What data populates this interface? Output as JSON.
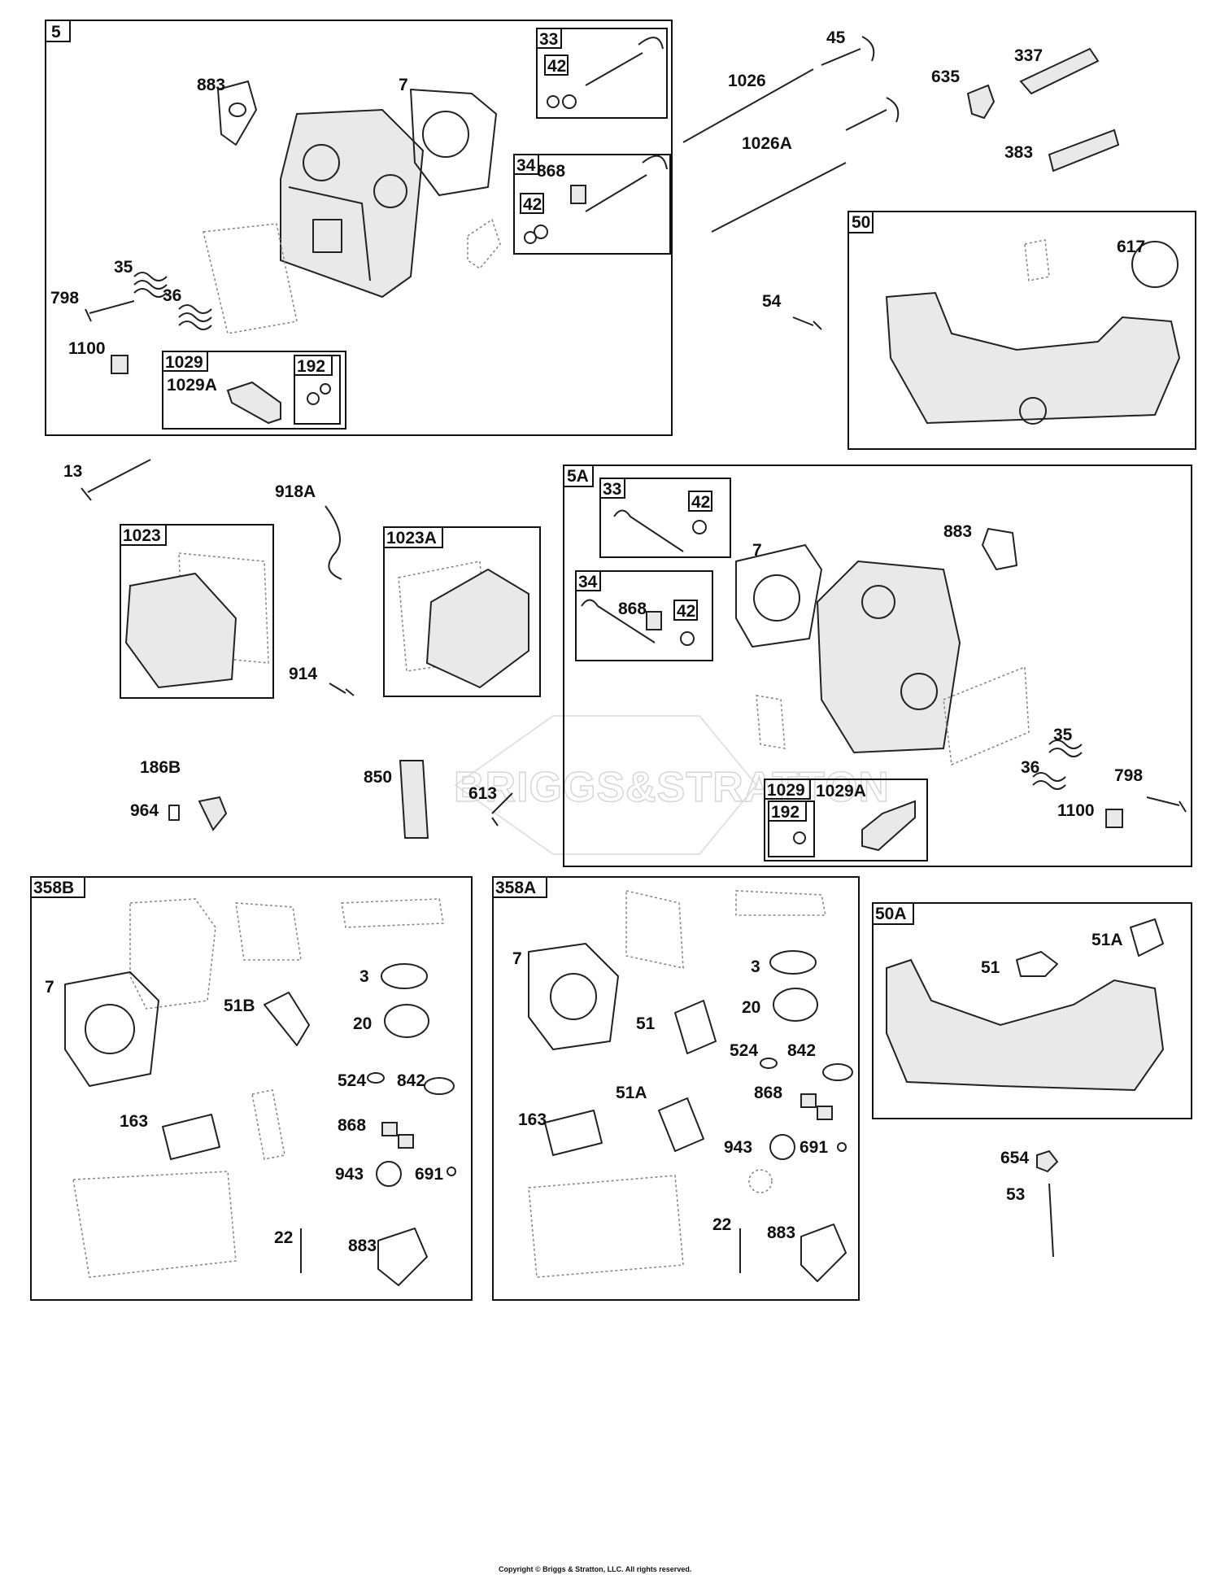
{
  "watermark": "BRIGGS&STRATTON",
  "copyright": "Copyright © Briggs & Stratton, LLC. All rights reserved.",
  "icons": {
    "cylinder_head": "cylinder-head-icon",
    "gasket": "gasket-icon",
    "valve": "valve-icon",
    "spring": "valve-spring-icon",
    "bolt": "bolt-icon",
    "tube": "tube-icon"
  },
  "boxes": [
    {
      "id": "5",
      "label": "5"
    },
    {
      "id": "33",
      "label": "33"
    },
    {
      "id": "42a",
      "label": "42"
    },
    {
      "id": "34",
      "label": "34"
    },
    {
      "id": "42b",
      "label": "42"
    },
    {
      "id": "1029",
      "label": "1029"
    },
    {
      "id": "192",
      "label": "192"
    },
    {
      "id": "50",
      "label": "50"
    },
    {
      "id": "1023",
      "label": "1023"
    },
    {
      "id": "1023A",
      "label": "1023A"
    },
    {
      "id": "5A",
      "label": "5A"
    },
    {
      "id": "33b",
      "label": "33"
    },
    {
      "id": "42c",
      "label": "42"
    },
    {
      "id": "34b",
      "label": "34"
    },
    {
      "id": "42d",
      "label": "42"
    },
    {
      "id": "1029b",
      "label": "1029"
    },
    {
      "id": "192b",
      "label": "192"
    },
    {
      "id": "358B",
      "label": "358B"
    },
    {
      "id": "358A",
      "label": "358A"
    },
    {
      "id": "50A",
      "label": "50A"
    }
  ],
  "callouts": [
    "883",
    "7",
    "868",
    "45",
    "1026",
    "1026A",
    "635",
    "337",
    "383",
    "617",
    "54",
    "35",
    "798",
    "36",
    "1100",
    "1029A",
    "13",
    "918A",
    "914",
    "186B",
    "964",
    "850",
    "613",
    "7",
    "883",
    "868",
    "35",
    "36",
    "798",
    "1100",
    "1029A",
    "7",
    "3",
    "20",
    "51B",
    "524",
    "842",
    "163",
    "868",
    "943",
    "691",
    "22",
    "883",
    "7",
    "3",
    "20",
    "51",
    "524",
    "842",
    "51A",
    "868",
    "163",
    "943",
    "691",
    "22",
    "883",
    "51A",
    "51",
    "654",
    "53"
  ]
}
